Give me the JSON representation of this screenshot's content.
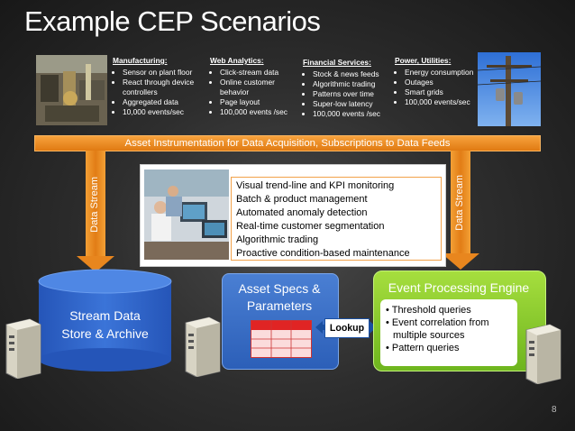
{
  "slide": {
    "title": "Example CEP Scenarios",
    "page_number": "8"
  },
  "scenarios": [
    {
      "heading": "Manufacturing",
      "items": [
        "Sensor on plant floor",
        "React through device controllers",
        "Aggregated data",
        "10,000 events/sec"
      ]
    },
    {
      "heading": "Web Analytics",
      "items": [
        "Click-stream data",
        "Online customer behavior",
        "Page layout",
        "100,000 events /sec"
      ]
    },
    {
      "heading": "Financial Services",
      "items": [
        "Stock & news feeds",
        "Algorithmic trading",
        "Patterns over time",
        "Super-low latency",
        "100,000 events /sec"
      ]
    },
    {
      "heading": "Power, Utilities",
      "items": [
        "Energy consumption",
        "Outages",
        "Smart grids",
        "100,000 events/sec"
      ]
    }
  ],
  "banner": {
    "text": "Asset Instrumentation for Data Acquisition, Subscriptions to Data Feeds"
  },
  "streams": {
    "left_label": "Data Stream",
    "right_label": "Data Stream"
  },
  "center": {
    "items": [
      "Visual trend-line and KPI monitoring",
      "Batch & product management",
      "Automated anomaly detection",
      "Real-time customer segmentation",
      "Algorithmic trading",
      "Proactive condition-based maintenance"
    ]
  },
  "store": {
    "label_line1": "Stream Data",
    "label_line2": "Store & Archive"
  },
  "specs": {
    "label_line1": "Asset Specs &",
    "label_line2": "Parameters"
  },
  "lookup": {
    "label": "Lookup"
  },
  "engine": {
    "title": "Event Processing Engine",
    "items": [
      "Threshold queries",
      "Event correlation from multiple sources",
      "Pattern queries"
    ]
  },
  "colors": {
    "orange": "#e8861e",
    "blue": "#3a6fc8",
    "green": "#8ccc2e"
  },
  "icons": [
    "factory-photo",
    "power-line-photo",
    "operators-photo",
    "server-icon",
    "table-grid-icon",
    "arrow-icon"
  ]
}
